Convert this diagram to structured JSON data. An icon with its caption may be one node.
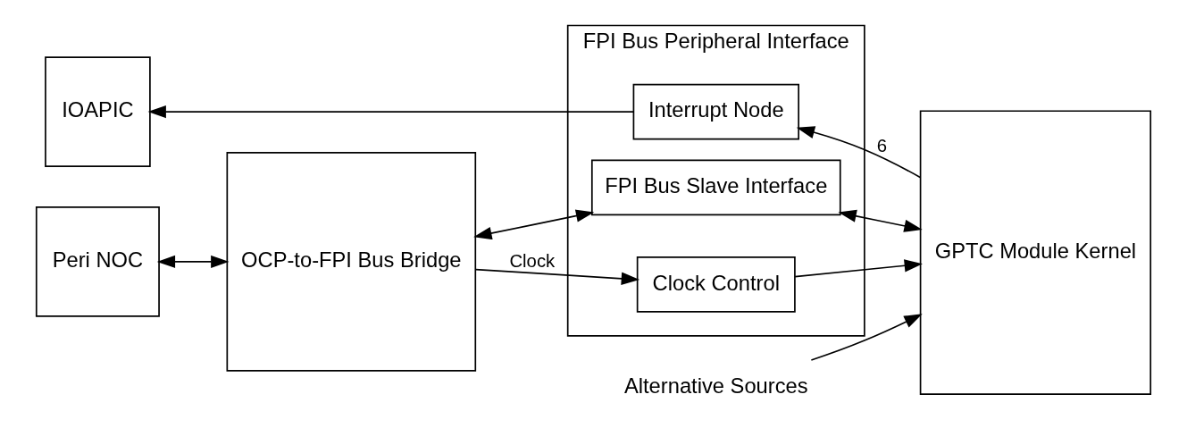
{
  "diagram": {
    "nodes": [
      {
        "text": [
          "IOAPIC"
        ]
      },
      {
        "text": [
          "Peri NOC"
        ]
      },
      {
        "text": [
          "OCP-to-FPI Bus Bridge"
        ]
      },
      {
        "text": [
          "FPI Bus Peripheral Interface"
        ]
      },
      {
        "text": [
          "Interrupt Node"
        ],
        "in": 3
      },
      {
        "text": [
          "Clock Control"
        ],
        "in": 3
      },
      {
        "text": [
          "FPI Bus Slave Interface"
        ],
        "in": 3
      },
      {
        "text": [
          "GPTC Module Kernel"
        ]
      },
      {
        "text": [
          "Alternative Sources"
        ]
      }
    ],
    "edges": [
      {
        "from": 4,
        "to": 0,
        "arrow": "to"
      },
      {
        "from": 7,
        "to": 4,
        "arrow": "to",
        "label": "6"
      },
      {
        "from": 2,
        "to": 5,
        "arrow": "to",
        "label": "Clock"
      },
      {
        "from": 5,
        "to": 7,
        "arrow": "to"
      },
      {
        "from": 1,
        "to": 2,
        "arrow": "both"
      },
      {
        "from": 2,
        "to": 6,
        "arrow": "both"
      },
      {
        "from": 6,
        "to": 7,
        "arrow": "both"
      },
      {
        "from": 8,
        "to": 7,
        "arrow": "to"
      }
    ]
  }
}
